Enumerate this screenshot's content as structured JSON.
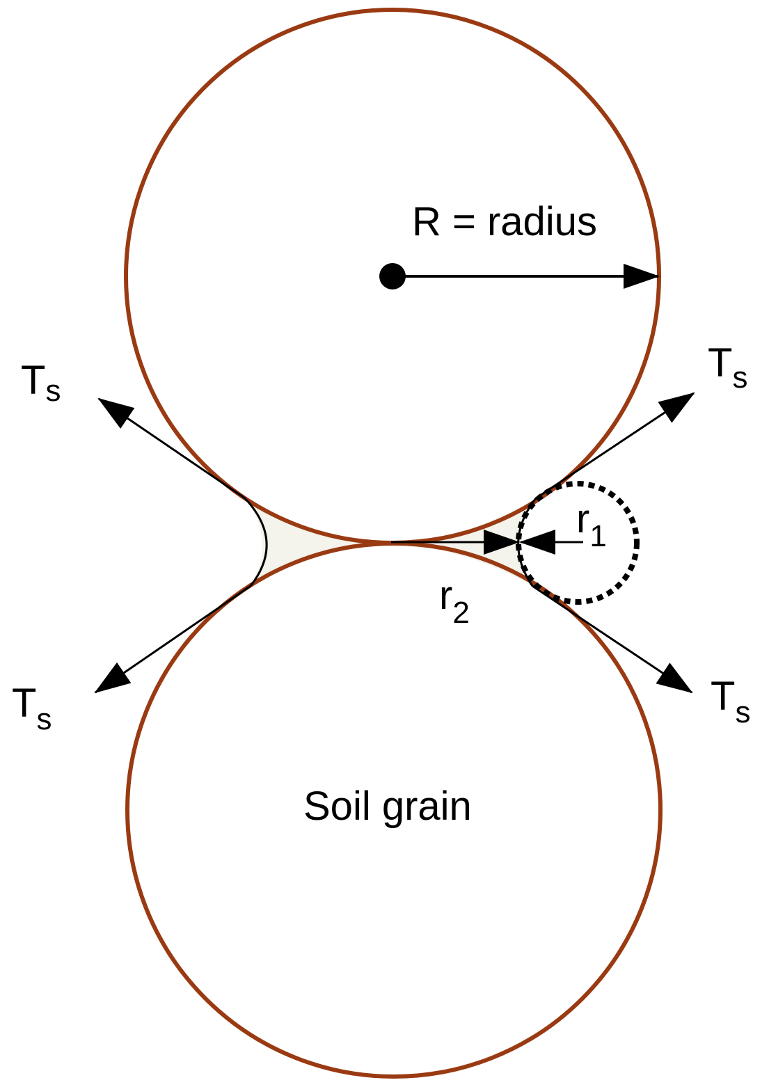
{
  "colors": {
    "grain_outline": "#9a3a12",
    "meniscus_fill": "#f4f3ec",
    "ink": "#000000",
    "background": "#ffffff"
  },
  "labels": {
    "radius": "R = radius",
    "grain": "Soil grain",
    "tension_main": "T",
    "tension_sub": "s",
    "r1_main": "r",
    "r1_sub": "1",
    "r2_main": "r",
    "r2_sub": "2"
  }
}
